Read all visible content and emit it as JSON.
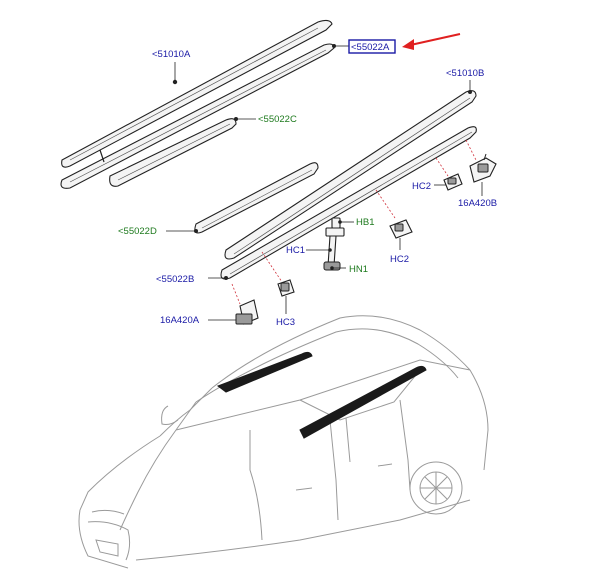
{
  "labels": {
    "p51010A": "<51010A",
    "p55022A": "<55022A",
    "p51010B": "<51010B",
    "p55022C": "<55022C",
    "p55022D": "<55022D",
    "p55022B": "<55022B",
    "p16A420A": "16A420A",
    "p16A420B": "16A420B",
    "HB1": "HB1",
    "HC1": "HC1",
    "HN1": "HN1",
    "HC2a": "HC2",
    "HC2b": "HC2",
    "HC3": "HC3"
  },
  "colors": {
    "blue_label": "#1a1aa6",
    "green_label": "#1e7a1e",
    "highlight_box": "#1a1aa6",
    "highlight_arrow": "#e02020"
  }
}
